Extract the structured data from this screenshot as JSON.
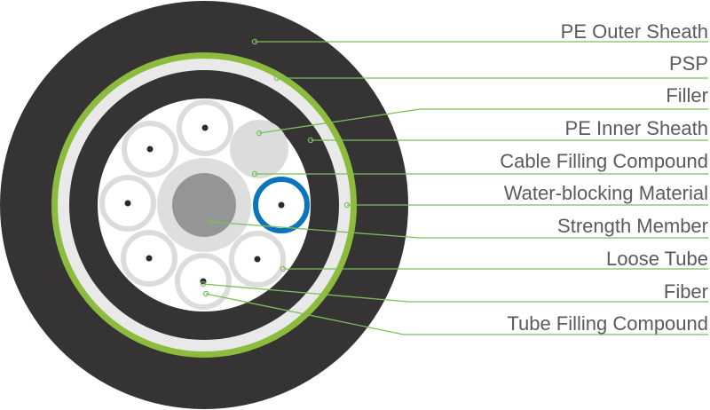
{
  "title": "Optical Fiber Cable Cross-Section",
  "colors": {
    "outer_sheath": "#353334",
    "psp": "#8dbb3e",
    "water_blocking": "#e9e9e9",
    "inner_sheath": "#353334",
    "core": "#ffffff",
    "tube_ring": "#dcdcdc",
    "filler": "#dcdcdc",
    "strength_member": "#939597",
    "strength_jacket": "#dedede",
    "blue_tube": "#0a75bd",
    "fiber": "#2b2b2b",
    "leader": "#7bbf5a",
    "label_text": "#5b5b5b"
  },
  "labels": [
    {
      "id": "pe-outer-sheath",
      "text": "PE Outer Sheath"
    },
    {
      "id": "psp",
      "text": "PSP"
    },
    {
      "id": "filler",
      "text": "Filler"
    },
    {
      "id": "pe-inner-sheath",
      "text": "PE Inner Sheath"
    },
    {
      "id": "cable-filling-compound",
      "text": "Cable Filling Compound"
    },
    {
      "id": "water-blocking-material",
      "text": "Water-blocking Material"
    },
    {
      "id": "strength-member",
      "text": "Strength Member"
    },
    {
      "id": "loose-tube",
      "text": "Loose Tube"
    },
    {
      "id": "fiber",
      "text": "Fiber"
    },
    {
      "id": "tube-filling-compound",
      "text": "Tube Filling Compound"
    }
  ],
  "components": {
    "loose_tube_count": 7,
    "filler_count": 1
  }
}
